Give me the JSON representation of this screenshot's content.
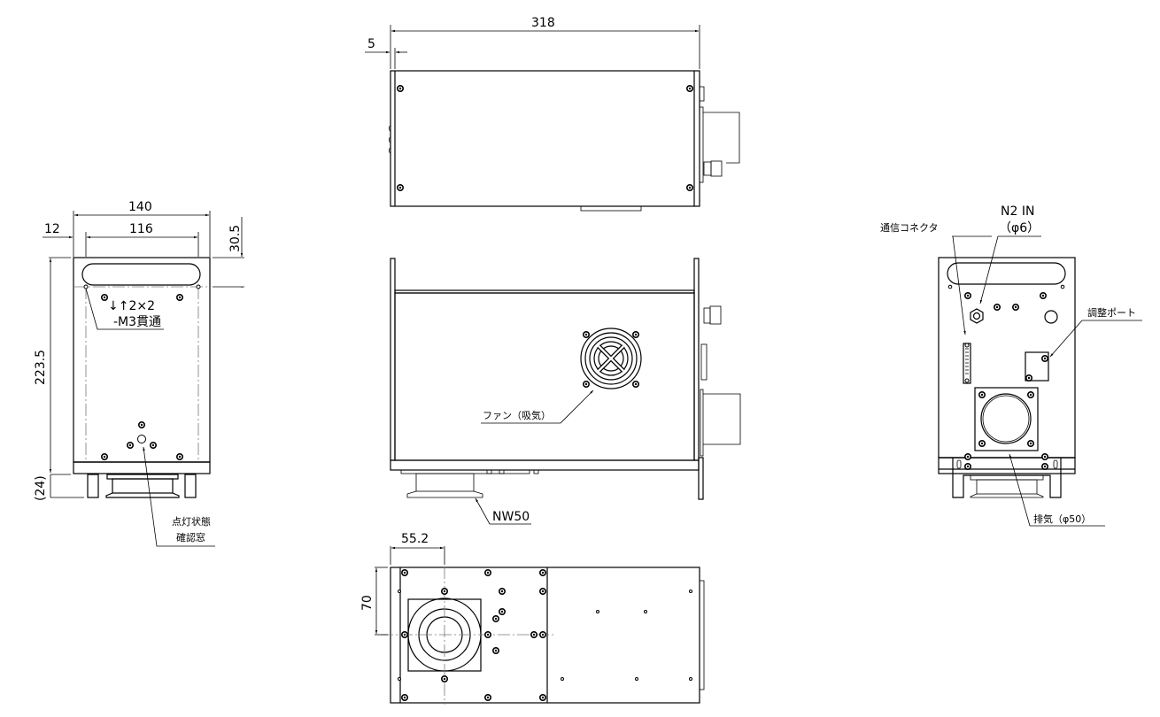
{
  "drawing": {
    "type": "engineering-outline-drawing",
    "views": [
      "front",
      "top-side",
      "side",
      "bottom",
      "rear"
    ]
  },
  "dimensions": {
    "overall_length": "318",
    "flange_offset": "5",
    "overall_width": "140",
    "hole_pitch": "116",
    "side_margin": "12",
    "slot_height": "30.5",
    "body_height": "223.5",
    "foot_height": "(24)",
    "exhaust_x": "55.2",
    "exhaust_y": "70"
  },
  "labels": {
    "mount_holes_line1": "↓↑2×2",
    "mount_holes_line2": "-M3貫通",
    "status_window_line1": "点灯状態",
    "status_window_line2": "確認窓",
    "fan_intake": "ファン（吸気）",
    "flange": "NW50",
    "comm_connector": "通信コネクタ",
    "n2_in_line1": "N2 IN",
    "n2_in_line2": "（φ6）",
    "adjust_port": "調整ポート",
    "exhaust": "排気（φ50）"
  }
}
